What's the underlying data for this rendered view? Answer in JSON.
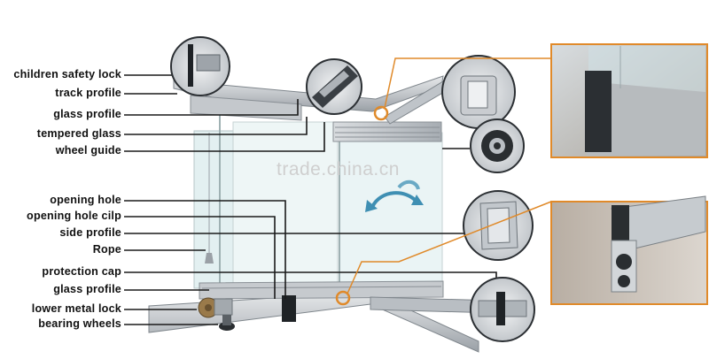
{
  "labels": [
    {
      "text": "children safety lock"
    },
    {
      "text": "track profile"
    },
    {
      "text": "glass profile"
    },
    {
      "text": "tempered glass"
    },
    {
      "text": "wheel guide"
    },
    {
      "text": "opening hole"
    },
    {
      "text": "opening hole cilp"
    },
    {
      "text": "side profile"
    },
    {
      "text": "Rope"
    },
    {
      "text": "protection cap"
    },
    {
      "text": "glass profile"
    },
    {
      "text": "lower metal lock"
    },
    {
      "text": "bearing wheels"
    }
  ],
  "watermark": "trade.china.cn",
  "colors": {
    "aluminum": "#c9ccd0",
    "aluminum_dark": "#8f959b",
    "callout_line": "#e08a2a",
    "callout_frame": "#e08a2a",
    "glass": "#dfeef0",
    "label_text": "#111111"
  }
}
